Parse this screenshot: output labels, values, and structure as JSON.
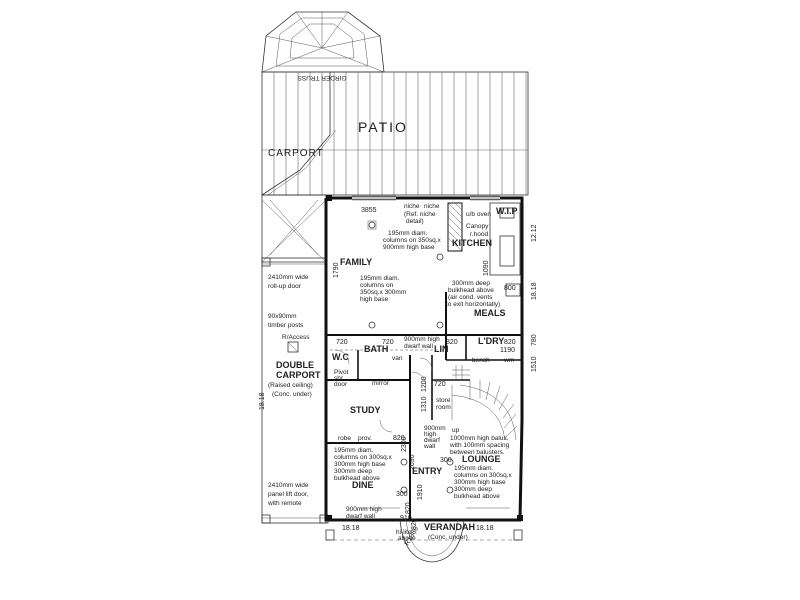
{
  "patio": {
    "label": "PATIO",
    "truss": "GIRDER TRUSS"
  },
  "carport": {
    "label": "CARPORT"
  },
  "double_carport": {
    "title_1": "DOUBLE",
    "title_2": "CARPORT",
    "note_1": "(Raised ceiling)",
    "note_2": "(Conc. under)",
    "roller_door_1": "2410mm wide",
    "roller_door_2": "roll-up door",
    "posts_1": "90x90mm",
    "posts_2": "timber posts",
    "access": "R/Access",
    "panel_door_1": "2410mm wide",
    "panel_door_2": "panel lift door,",
    "panel_door_3": "with remote",
    "dim_side": "18.18"
  },
  "family": {
    "label": "FAMILY",
    "dim_top": "3855",
    "dim_side": "1790",
    "col_note_1": "195mm diam.",
    "col_note_2": "columns on 350sq.x",
    "col_note_3": "900mm high base",
    "col_note_b1": "195mm diam.",
    "col_note_b2": "columns on",
    "col_note_b3": "350sq.x 300mm",
    "col_note_b4": "high base",
    "niche_1": "niche",
    "niche_2": "niche",
    "niche_ref": "(Ref. niche",
    "niche_detail": "detail)",
    "dwarf_1": "900mm high",
    "dwarf_2": "dwarf wall",
    "dim_720": "720"
  },
  "kitchen": {
    "label": "KITCHEN",
    "wip": "W.I.P",
    "canopy_1": "Canopy",
    "canopy_2": "r.hood",
    "uboven": "u/b oven",
    "dim_right": "12.12",
    "dim_800": "800",
    "dim_1090": "1090"
  },
  "meals": {
    "label": "MEALS",
    "bulk_1": "300mm deep",
    "bulk_2": "bulkhead above",
    "bulk_3": "(air cond. vents",
    "bulk_4": "to exit horizontally)",
    "dim_side": "18.18"
  },
  "bath": {
    "label": "BATH",
    "van": "van",
    "dim": "720"
  },
  "wc": {
    "label": "W.C",
    "pivot_1": "Pivot",
    "pivot_2": "shr",
    "pivot_3": "door",
    "mirror": "mirror"
  },
  "lin": {
    "label": "LIN",
    "dim": "820"
  },
  "laundry": {
    "label": "L'DRY",
    "bench": "bench",
    "wm": "wm",
    "dim_820": "820",
    "dim_1190": "1190",
    "side_1": "1510",
    "side_2": "780"
  },
  "study": {
    "label": "STUDY",
    "robe": "robe",
    "prov": "prov.",
    "dim_1200": "1200",
    "dim_1310": "1310",
    "store": "store",
    "room": "room"
  },
  "entry": {
    "label": "ENTRY",
    "dim_720": "720",
    "dim_820": "820",
    "dwarf_1": "900mm",
    "dwarf_2": "high",
    "dwarf_3": "dwarf",
    "dwarf_4": "wall"
  },
  "dine": {
    "label": "DINE",
    "col_1": "195mm diam.",
    "col_2": "columns on 300sq.x",
    "col_3": "300mm high base",
    "col_4": "300mm deep",
    "col_5": "bulkhead above",
    "dim_2690": "2690",
    "dim_2300": "2300",
    "dim_1910": "1910",
    "dim_300": "300"
  },
  "lounge": {
    "label": "LOUNGE",
    "up": "up",
    "bal_1": "1000mm high balus.",
    "bal_2": "with 100mm spacing",
    "bal_3": "between balusters.",
    "col_1": "195mm diam.",
    "col_2": "columns on 300sq.x",
    "col_3": "300mm high base",
    "col_4": "300mm deep",
    "col_5": "bulkhead above",
    "dim_300": "300"
  },
  "verandah": {
    "label": "VERANDAH",
    "note": "(Conc. under)",
    "dim_left": "18.18",
    "dim_right": "18.18",
    "dwarf_1": "900mm high",
    "dwarf_2": "dwarf wall",
    "hilite_1": "hi-lite",
    "hilite_2": "above",
    "radius": "R1980"
  },
  "misc": {
    "dim_820_a": "820",
    "dim_820_b": "820",
    "dim_910": "910"
  }
}
